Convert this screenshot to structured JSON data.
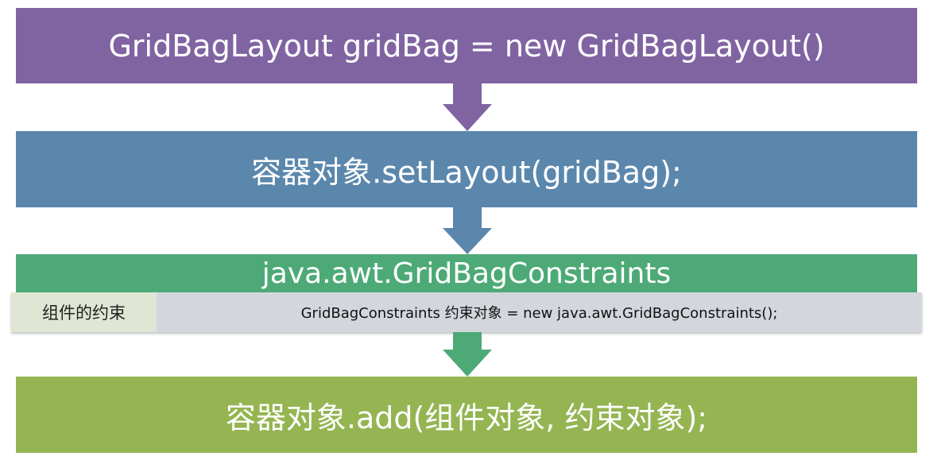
{
  "steps": {
    "create_layout": "GridBagLayout gridBag = new GridBagLayout()",
    "set_layout": "容器对象.setLayout(gridBag);",
    "constraints_class": "java.awt.GridBagConstraints",
    "add_component": "容器对象.add(组件对象, 约束对象);"
  },
  "constraint_row": {
    "label": "组件的约束",
    "code": "GridBagConstraints 约束对象 = new java.awt.GridBagConstraints();"
  },
  "colors": {
    "step1": "#8064a2",
    "step2": "#5b87ad",
    "step3": "#4daa77",
    "step4": "#94b552",
    "label_bg": "#dfe6d3",
    "code_bg": "#d4d6dd"
  },
  "icons": [
    "arrow-down-icon",
    "arrow-down-icon",
    "arrow-down-icon"
  ]
}
